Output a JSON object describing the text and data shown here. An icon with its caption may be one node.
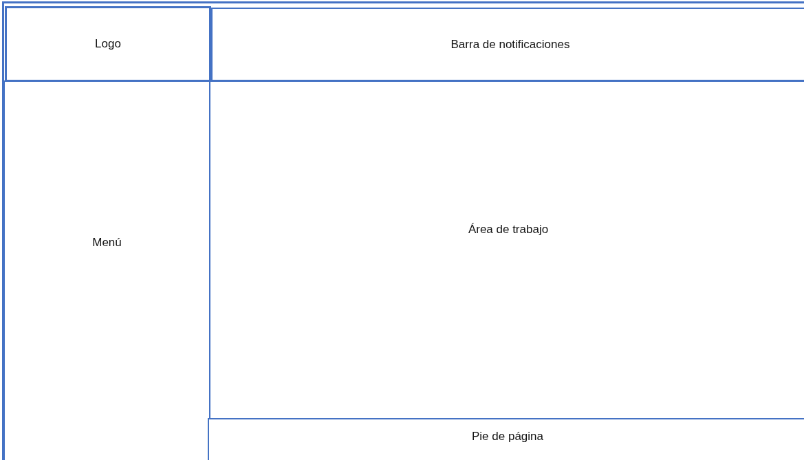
{
  "diagram": {
    "nodes": [
      {
        "text": [
          "Logo"
        ]
      },
      {
        "text": [
          "Barra de notificaciones"
        ]
      },
      {
        "text": [
          "Menú"
        ]
      },
      {
        "text": [
          "Área de trabajo"
        ]
      },
      {
        "text": [
          "Pie de página"
        ]
      }
    ]
  }
}
